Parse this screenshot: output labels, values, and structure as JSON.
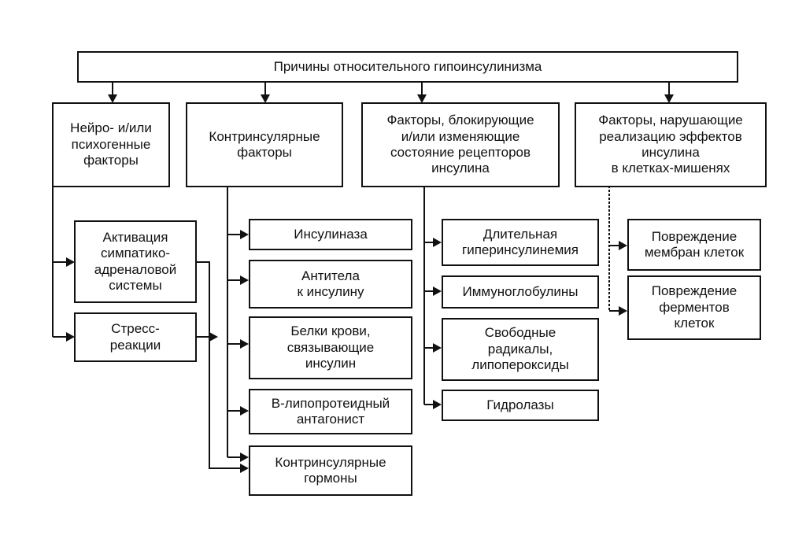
{
  "root": {
    "label": "Причины относительного гипоинсулинизма"
  },
  "categories": [
    {
      "label": "Нейро- и/или\nпсихогенные\nфакторы"
    },
    {
      "label": "Контринсулярные\nфакторы"
    },
    {
      "label": "Факторы, блокирующие\nи/или изменяющие\nсостояние рецепторов\nинсулина"
    },
    {
      "label": "Факторы, нарушающие\nреализацию эффектов\nинсулина\nв клетках-мишенях"
    }
  ],
  "neuro_items": [
    {
      "label": "Активация\nсимпатико-\nадреналовой\nсистемы"
    },
    {
      "label": "Стресс-\nреакции"
    }
  ],
  "contra_items": [
    {
      "label": "Инсулиназа"
    },
    {
      "label": "Антитела\nк инсулину"
    },
    {
      "label": "Белки крови,\nсвязывающие\nинсулин"
    },
    {
      "label": "В-липопротеидный\nантагонист"
    },
    {
      "label": "Контринсулярные\nгормоны"
    }
  ],
  "receptor_items": [
    {
      "label": "Длительная\nгиперинсулинемия"
    },
    {
      "label": "Иммуноглобулины"
    },
    {
      "label": "Свободные\nрадикалы,\nлипопероксиды"
    },
    {
      "label": "Гидролазы"
    }
  ],
  "target_items": [
    {
      "label": "Повреждение\nмембран клеток"
    },
    {
      "label": "Повреждение\nферментов\nклеток"
    }
  ]
}
